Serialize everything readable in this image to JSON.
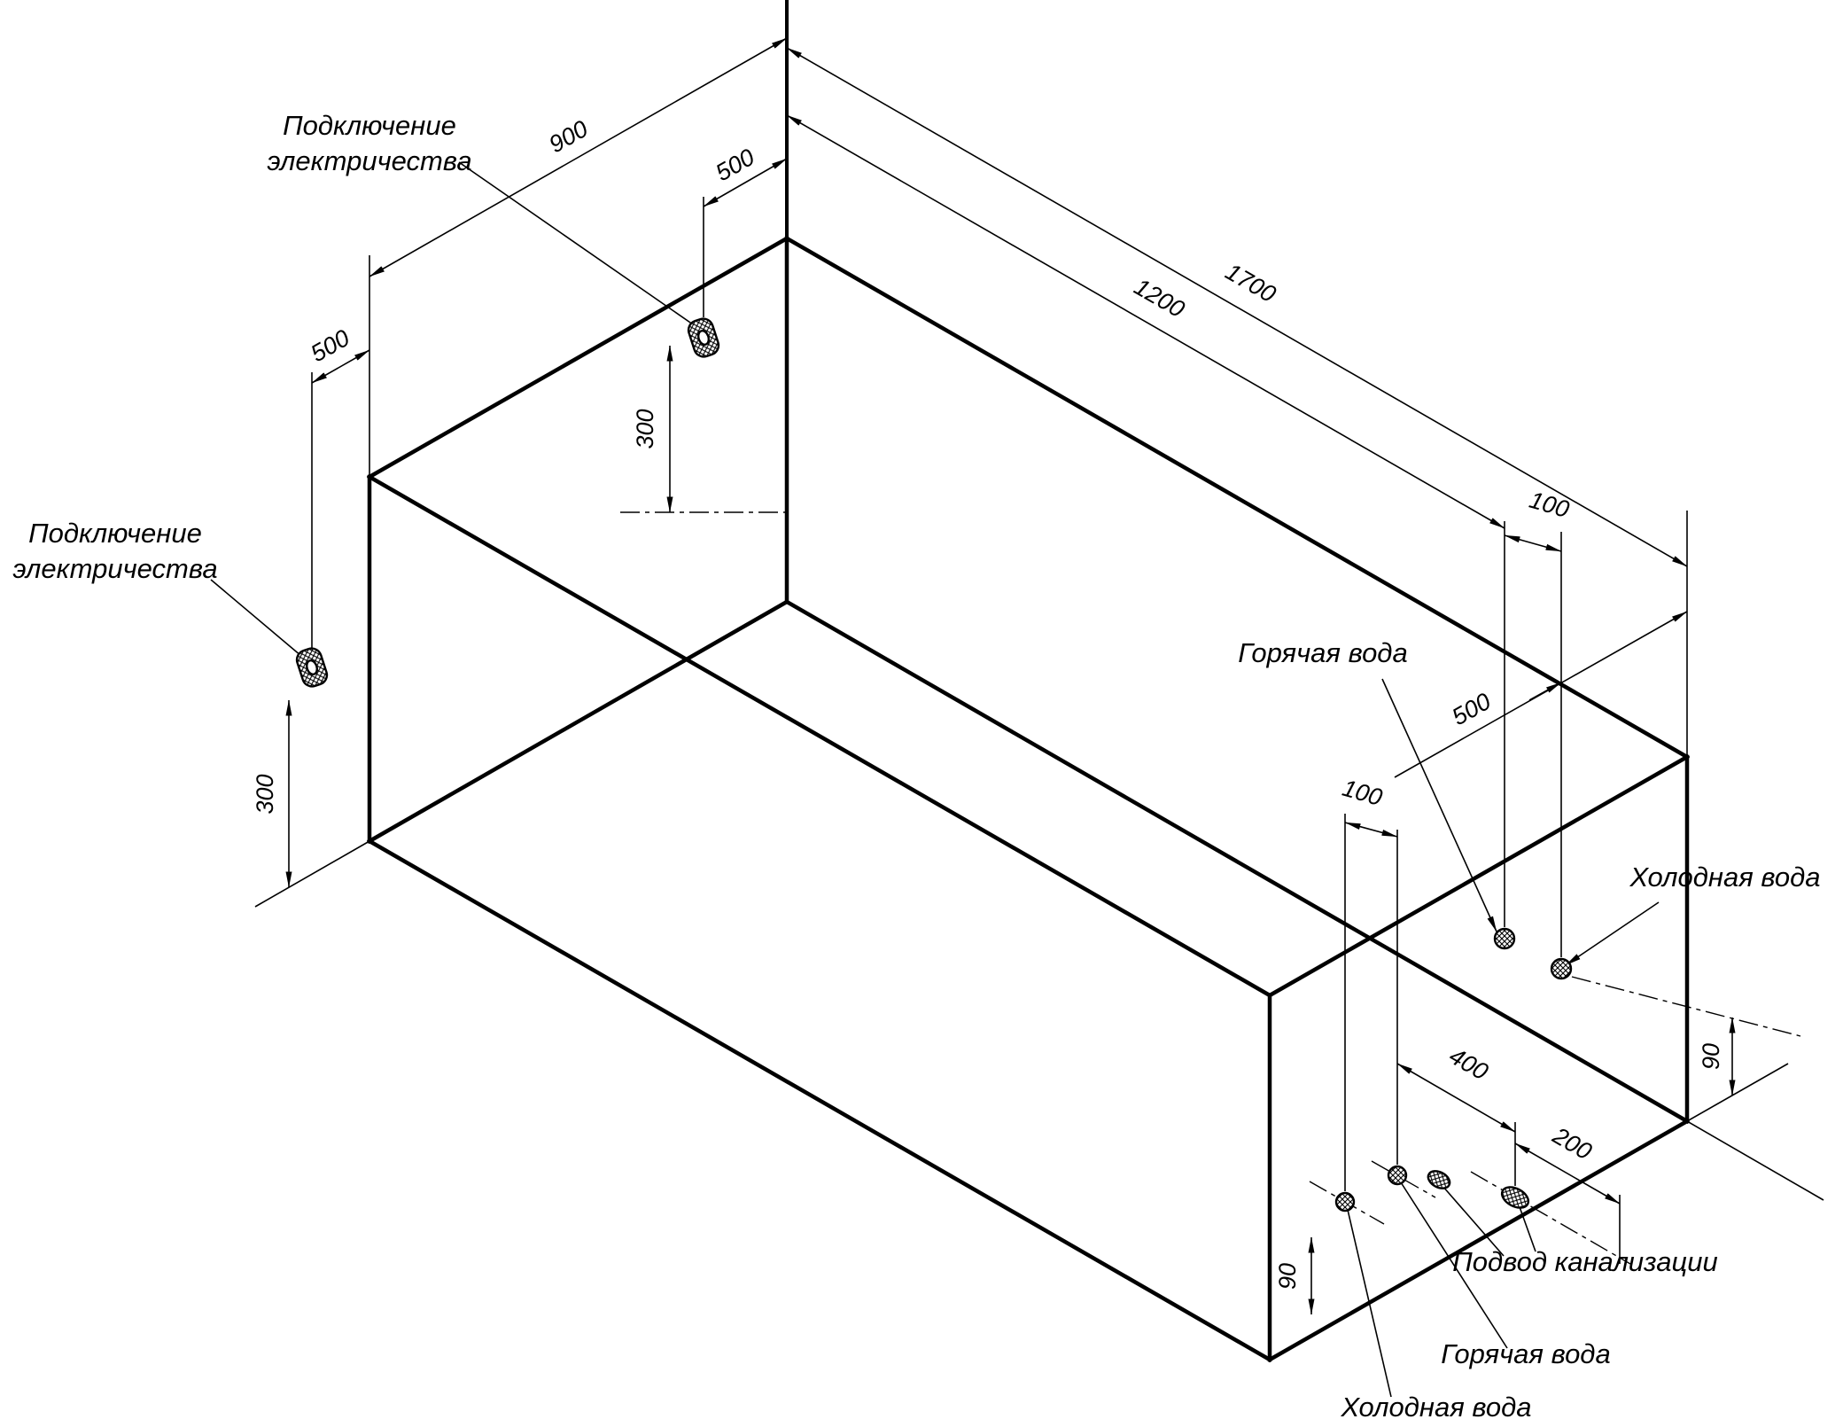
{
  "labels": {
    "electric_back": {
      "line1": "Подключение",
      "line2": "электричества"
    },
    "electric_left": {
      "line1": "Подключение",
      "line2": "электричества"
    },
    "hot_water_wall": "Горячая вода",
    "cold_water_wall": "Холодная вода",
    "hot_water_floor": "Горячая вода",
    "cold_water_floor": "Холодная вода",
    "sewage": "Подвод канализации"
  },
  "dimensions": {
    "overall_length": "1700",
    "inner_length": "1200",
    "width": "900",
    "electric_back_offset": "500",
    "electric_back_drop": "300",
    "electric_left_offset": "500",
    "electric_left_height": "300",
    "wall_water_spacing": "100",
    "wall_water_edge_offset": "500",
    "wall_water_level": "90",
    "floor_water_spacing": "100",
    "floor_sewage_offset": "400",
    "floor_sewage_spacing": "200",
    "floor_water_level": "90"
  },
  "colors": {
    "ink": "#000000",
    "paper": "#ffffff"
  }
}
